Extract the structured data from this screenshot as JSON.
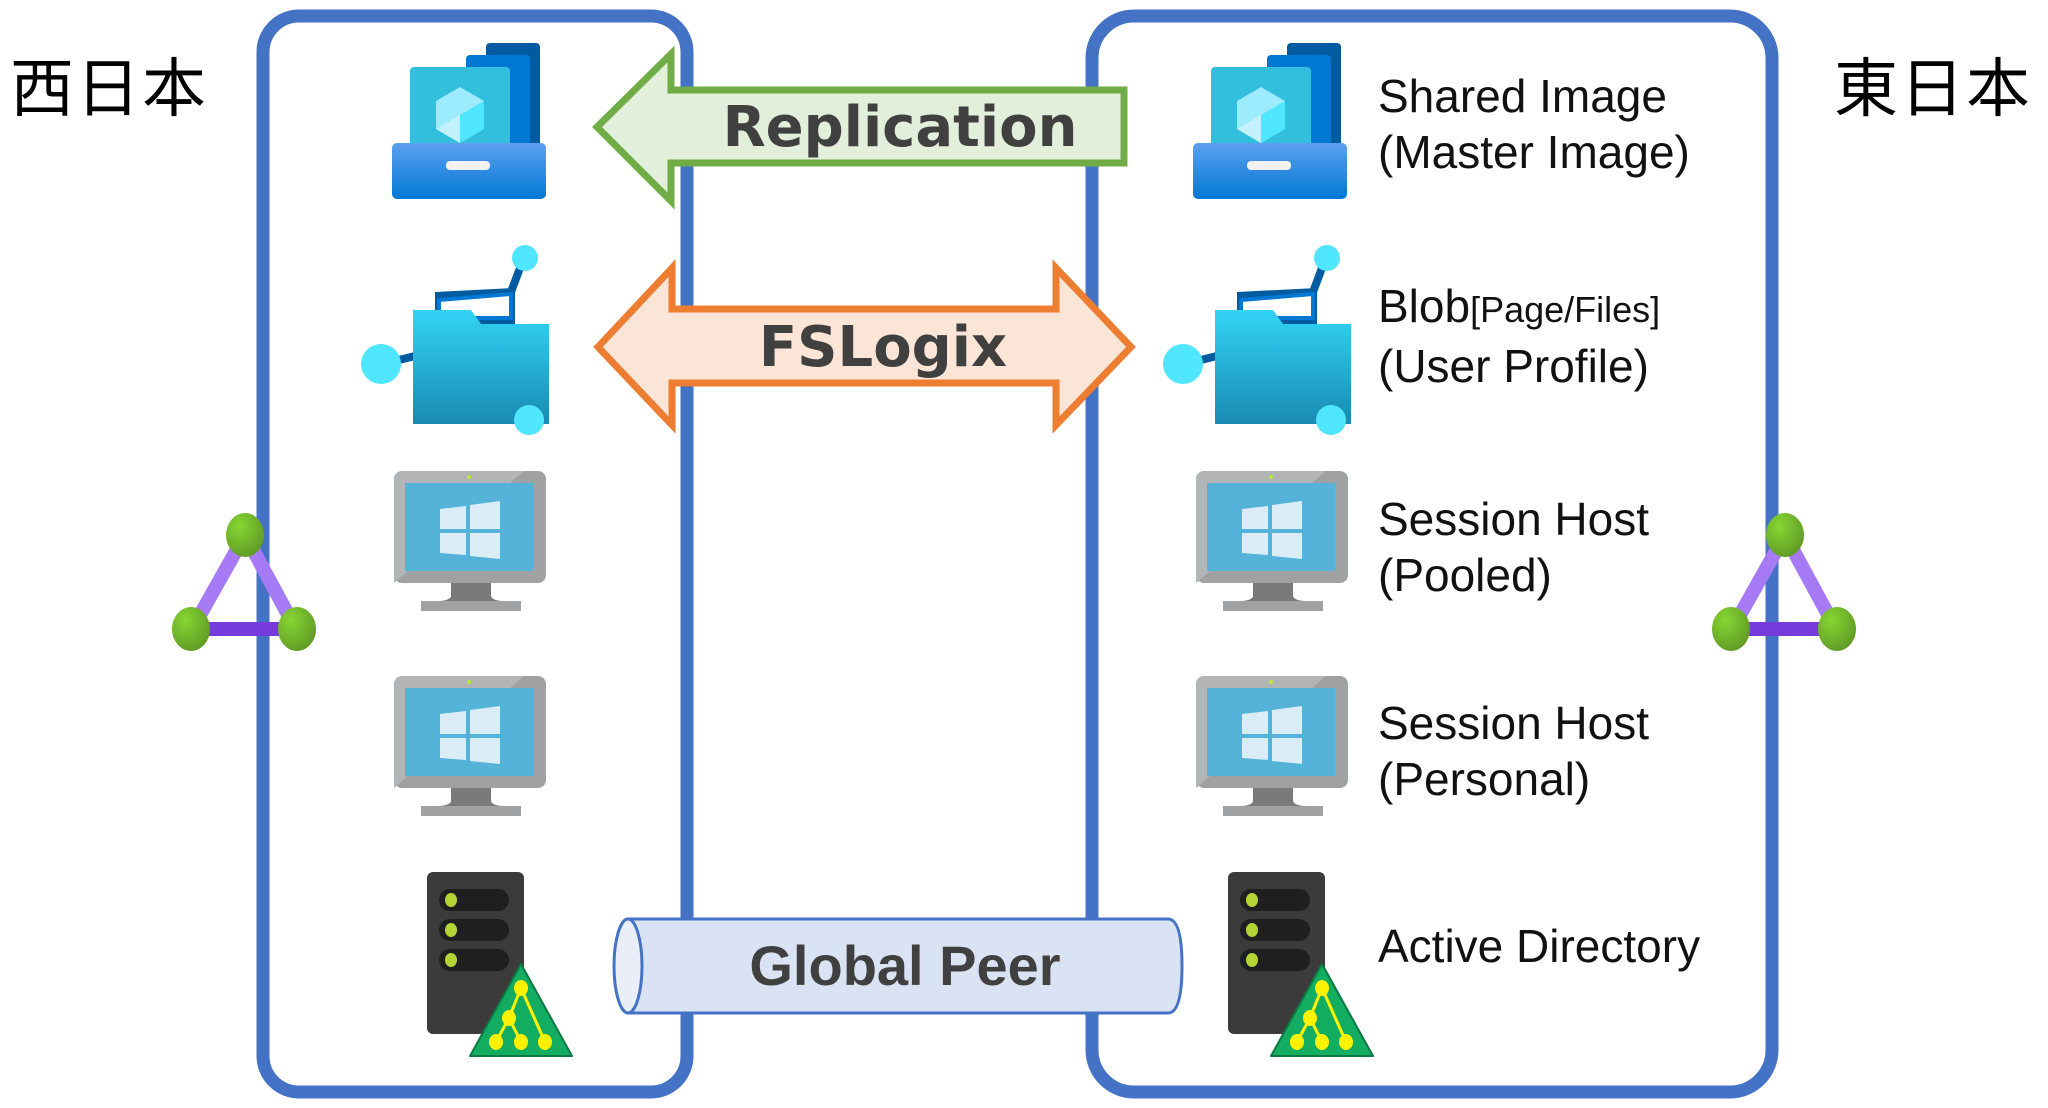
{
  "regions": {
    "west": {
      "label": "西日本"
    },
    "east": {
      "label": "東日本"
    }
  },
  "connections": {
    "replication": {
      "label": "Replication",
      "direction": "east-to-west",
      "fill": "#e2efda",
      "stroke": "#70ad47"
    },
    "fslogix": {
      "label": "FSLogix",
      "direction": "bidirectional",
      "fill": "#fbe5d6",
      "stroke": "#ed7d31"
    },
    "global_peer": {
      "label": "Global Peer",
      "fill": "#dae3f3",
      "stroke": "#4472c4"
    }
  },
  "services": [
    {
      "icon": "shared-image-gallery-icon",
      "title": "Shared Image",
      "subtitle": "(Master Image)"
    },
    {
      "icon": "storage-blob-icon",
      "title": "Blob",
      "title_suffix": "[Page/Files]",
      "subtitle": "(User Profile)"
    },
    {
      "icon": "virtual-machine-icon",
      "title": "Session Host",
      "subtitle": "(Pooled)"
    },
    {
      "icon": "virtual-machine-icon",
      "title": "Session Host",
      "subtitle": "(Personal)"
    },
    {
      "icon": "active-directory-server-icon",
      "title": "Active Directory",
      "subtitle": ""
    }
  ],
  "colors": {
    "region_border": "#4472c4",
    "vnet_node": "#6aac2e",
    "vnet_edge": "#a67af4",
    "vnet_edge_dark": "#773adc"
  }
}
